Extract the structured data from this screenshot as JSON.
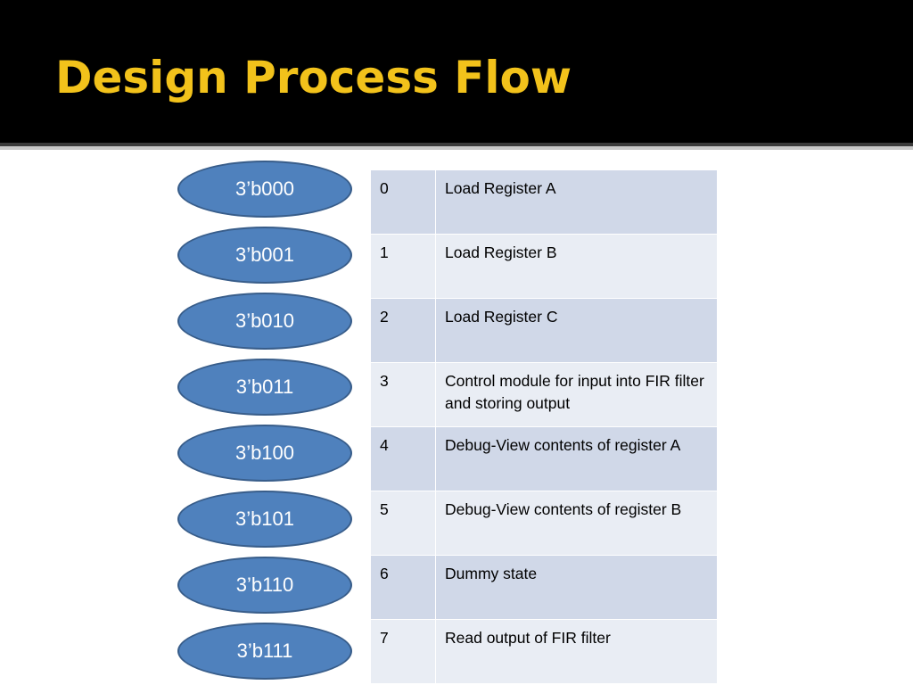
{
  "slide": {
    "title": "Design Process Flow"
  },
  "states": [
    "3’b000",
    "3’b001",
    "3’b010",
    "3’b011",
    "3’b100",
    "3’b101",
    "3’b110",
    "3’b111"
  ],
  "table": {
    "rows": [
      {
        "num": "0",
        "desc": "Load Register A"
      },
      {
        "num": "1",
        "desc": "Load Register B"
      },
      {
        "num": "2",
        "desc": "Load Register C"
      },
      {
        "num": "3",
        "desc": "Control module for input into FIR filter and storing output"
      },
      {
        "num": "4",
        "desc": "Debug-View contents of register A"
      },
      {
        "num": "5",
        "desc": "Debug-View contents of register B"
      },
      {
        "num": "6",
        "desc": "Dummy state"
      },
      {
        "num": "7",
        "desc": "Read output of FIR filter"
      }
    ]
  },
  "colors": {
    "title": "#f2c21b",
    "header_bg": "#000000",
    "state_fill": "#4f81bd",
    "state_border": "#385d8a",
    "row_dark": "#d0d8e8",
    "row_light": "#e9edf4"
  }
}
